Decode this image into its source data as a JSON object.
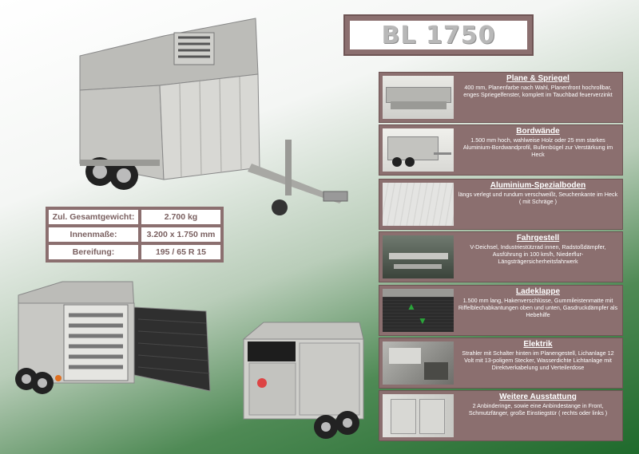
{
  "title": "BL 1750",
  "specs": [
    {
      "label": "Zul. Gesamtgewicht:",
      "value": "2.700 kg"
    },
    {
      "label": "Innenmaße:",
      "value": "3.200 x 1.750 mm"
    },
    {
      "label": "Bereifung:",
      "value": "195 / 65 R 15"
    }
  ],
  "features": [
    {
      "heading": "Plane & Spriegel",
      "text": "400 mm, Planenfarbe nach Wahl, Planenfront hochrollbar, enges Spriegelfenster, komplett im Tauchbad feuerverzinkt"
    },
    {
      "heading": "Bordwände",
      "text": "1.500 mm hoch, wahlweise Holz oder 25 mm starkes Aluminium-Bordwandprofil, Bullenbügel zur Verstärkung im Heck"
    },
    {
      "heading": "Aluminium-Spezialboden",
      "text": "längs verlegt und rundum verschweißt, Seuchenkante im Heck ( mit Schräge )"
    },
    {
      "heading": "Fahrgestell",
      "text": "V-Deichsel, Industriestützrad innen, Radstoßdämpfer, Ausführung in 100 km/h, Niederflur- Längsträgersicherheitsfahrwerk"
    },
    {
      "heading": "Ladeklappe",
      "text": "1.500 mm lang, Hakenverschlüsse, Gummileistenmatte mit Riffelblechabkantungen oben und unten, Gasdruckdämpfer als Hebehilfe"
    },
    {
      "heading": "Elektrik",
      "text": "Strahler mit Schalter hinten im Planengestell, Lichanlage 12 Volt mit 13-poligem Stecker, Wasserdichte Lichtanlage mit Direktverkabelung und Verteilerdose"
    },
    {
      "heading": "Weitere Ausstattung",
      "text": "2 Anbinderinge, sowie eine Anbindestange in Front, Schmutzfänger, große Einstiegstür ( rechts oder links )"
    }
  ],
  "colors": {
    "panel": "#8b6f6f",
    "title_text": "#b8b8b8",
    "background_green": "#1f6a2c"
  }
}
